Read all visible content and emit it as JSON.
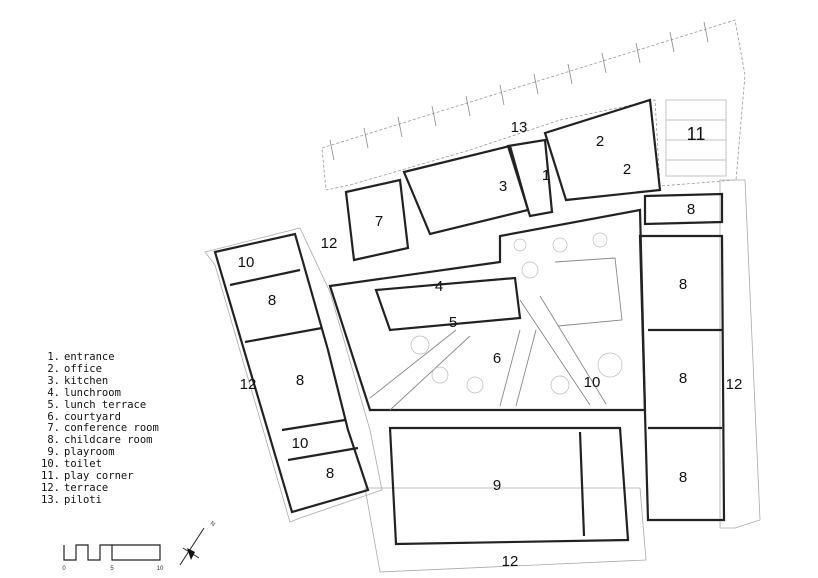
{
  "legend": [
    {
      "num": "1.",
      "label": "entrance"
    },
    {
      "num": "2.",
      "label": "office"
    },
    {
      "num": "3.",
      "label": "kitchen"
    },
    {
      "num": "4.",
      "label": "lunchroom"
    },
    {
      "num": "5.",
      "label": "lunch terrace"
    },
    {
      "num": "6.",
      "label": "courtyard"
    },
    {
      "num": "7.",
      "label": "conference room"
    },
    {
      "num": "8.",
      "label": "childcare room"
    },
    {
      "num": "9.",
      "label": "playroom"
    },
    {
      "num": "10.",
      "label": "toilet"
    },
    {
      "num": "11.",
      "label": "play corner"
    },
    {
      "num": "12.",
      "label": "terrace"
    },
    {
      "num": "13.",
      "label": "piloti"
    }
  ],
  "plan_labels": {
    "entrance": "1",
    "office_a": "2",
    "office_b": "2",
    "kitchen": "3",
    "lunchroom": "4",
    "lunch_terrace": "5",
    "courtyard": "6",
    "conference_room": "7",
    "childcare_w1": "8",
    "childcare_w2": "8",
    "childcare_w3": "8",
    "childcare_e0": "8",
    "childcare_e1": "8",
    "childcare_e2": "8",
    "childcare_e3": "8",
    "playroom": "9",
    "toilet_w1": "10",
    "toilet_w2": "10",
    "toilet_c": "10",
    "play_corner": "11",
    "terrace_w": "12",
    "terrace_n": "12",
    "terrace_e": "12",
    "terrace_s": "12",
    "piloti": "13"
  },
  "scale_bar": {
    "ticks": [
      "0",
      "5",
      "10"
    ]
  },
  "north_arrow": {
    "label": "N"
  }
}
